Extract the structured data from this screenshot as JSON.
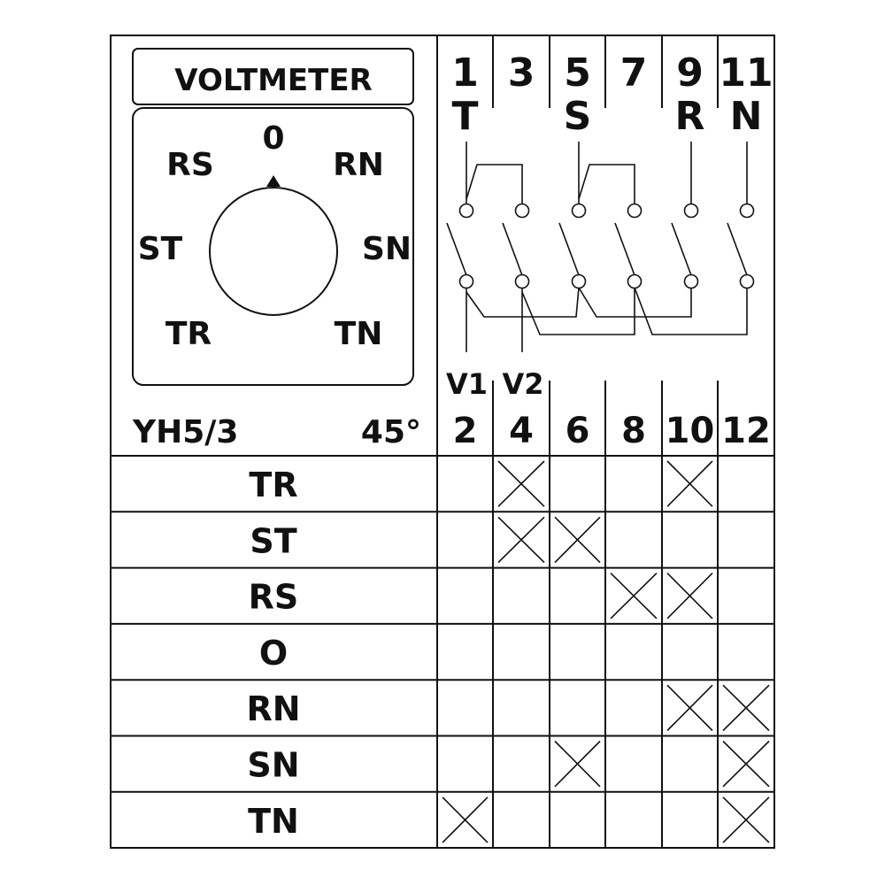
{
  "panel": {
    "title": "VOLTMETER",
    "model": "YH5/3",
    "angle": "45°",
    "dial_positions": [
      "0",
      "RN",
      "SN",
      "TN",
      "TR",
      "ST",
      "RS"
    ]
  },
  "terminals": {
    "top_numbers": [
      "1",
      "3",
      "5",
      "7",
      "9",
      "11"
    ],
    "phase_labels": [
      "T",
      "",
      "S",
      "",
      "R",
      "N"
    ],
    "bottom_numbers": [
      "2",
      "4",
      "6",
      "8",
      "10",
      "12"
    ],
    "output_labels": [
      "V1",
      "V2",
      "",
      "",
      "",
      ""
    ]
  },
  "switching_table": {
    "columns": [
      "2",
      "4",
      "6",
      "8",
      "10",
      "12"
    ],
    "rows": [
      {
        "position": "TR",
        "closed": [
          false,
          true,
          false,
          false,
          true,
          false
        ]
      },
      {
        "position": "ST",
        "closed": [
          false,
          true,
          true,
          false,
          false,
          false
        ]
      },
      {
        "position": "RS",
        "closed": [
          false,
          false,
          false,
          true,
          true,
          false
        ]
      },
      {
        "position": "O",
        "closed": [
          false,
          false,
          false,
          false,
          false,
          false
        ]
      },
      {
        "position": "RN",
        "closed": [
          false,
          false,
          false,
          false,
          true,
          true
        ]
      },
      {
        "position": "SN",
        "closed": [
          false,
          false,
          true,
          false,
          false,
          true
        ]
      },
      {
        "position": "TN",
        "closed": [
          true,
          false,
          false,
          false,
          false,
          true
        ]
      }
    ]
  }
}
